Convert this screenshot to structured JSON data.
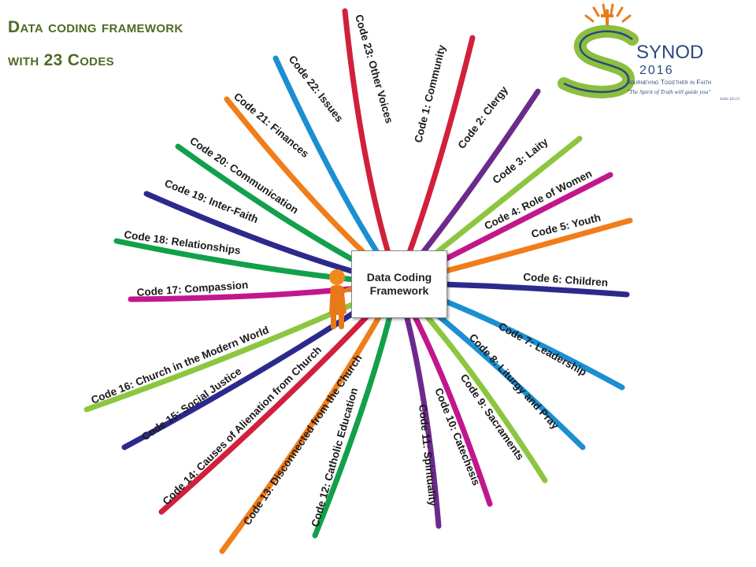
{
  "title": {
    "line1": "Data coding framework",
    "line2": "with 23 Codes"
  },
  "center": {
    "label": "Data Coding Framework"
  },
  "logo": {
    "word": "SYNOD",
    "year": "2016",
    "tagline": "Journeying Together in Faith",
    "quote": "\"The Spirit of Truth will guide you\"",
    "reference": "John 16:13",
    "colors": {
      "green": "#8cbf3f",
      "navy": "#2d4a7a",
      "orange": "#e87b1e"
    }
  },
  "codes": [
    {
      "label": "Code 1: Community",
      "color": "#d1203b"
    },
    {
      "label": "Code 2: Clergy",
      "color": "#6c2a8c"
    },
    {
      "label": "Code 3: Laity",
      "color": "#8cc63f"
    },
    {
      "label": "Code 4: Role of Women",
      "color": "#c2168c"
    },
    {
      "label": "Code 5: Youth",
      "color": "#f07d1a"
    },
    {
      "label": "Code 6: Children",
      "color": "#2b2a8c"
    },
    {
      "label": "Code 7: Leadership",
      "color": "#1b8fd2"
    },
    {
      "label": "Code 8: Liturgy and Pray",
      "color": "#1b8fd2"
    },
    {
      "label": "Code 9: Sacraments",
      "color": "#8cc63f"
    },
    {
      "label": "Code 10: Catechesis",
      "color": "#c2168c"
    },
    {
      "label": "Code 11: Spirituality",
      "color": "#6c2a8c"
    },
    {
      "label": "Code 12: Catholic Education",
      "color": "#12a04a"
    },
    {
      "label": "Code 13: Disconnected from the Church",
      "color": "#f07d1a"
    },
    {
      "label": "Code 14: Causes of Alienation from Church",
      "color": "#d1203b"
    },
    {
      "label": "Code 15: Social Justice",
      "color": "#2b2a8c"
    },
    {
      "label": "Code 16: Church in the Modern World",
      "color": "#8cc63f"
    },
    {
      "label": "Code 17: Compassion",
      "color": "#c2168c"
    },
    {
      "label": "Code 18: Relationships",
      "color": "#12a04a"
    },
    {
      "label": "Code 19: Inter-Faith",
      "color": "#2b2a8c"
    },
    {
      "label": "Code 20: Communication",
      "color": "#12a04a"
    },
    {
      "label": "Code 21: Finances",
      "color": "#f07d1a"
    },
    {
      "label": "Code 22: Issues",
      "color": "#1b8fd2"
    },
    {
      "label": "Code 23: Other Voices",
      "color": "#d1203b"
    }
  ]
}
